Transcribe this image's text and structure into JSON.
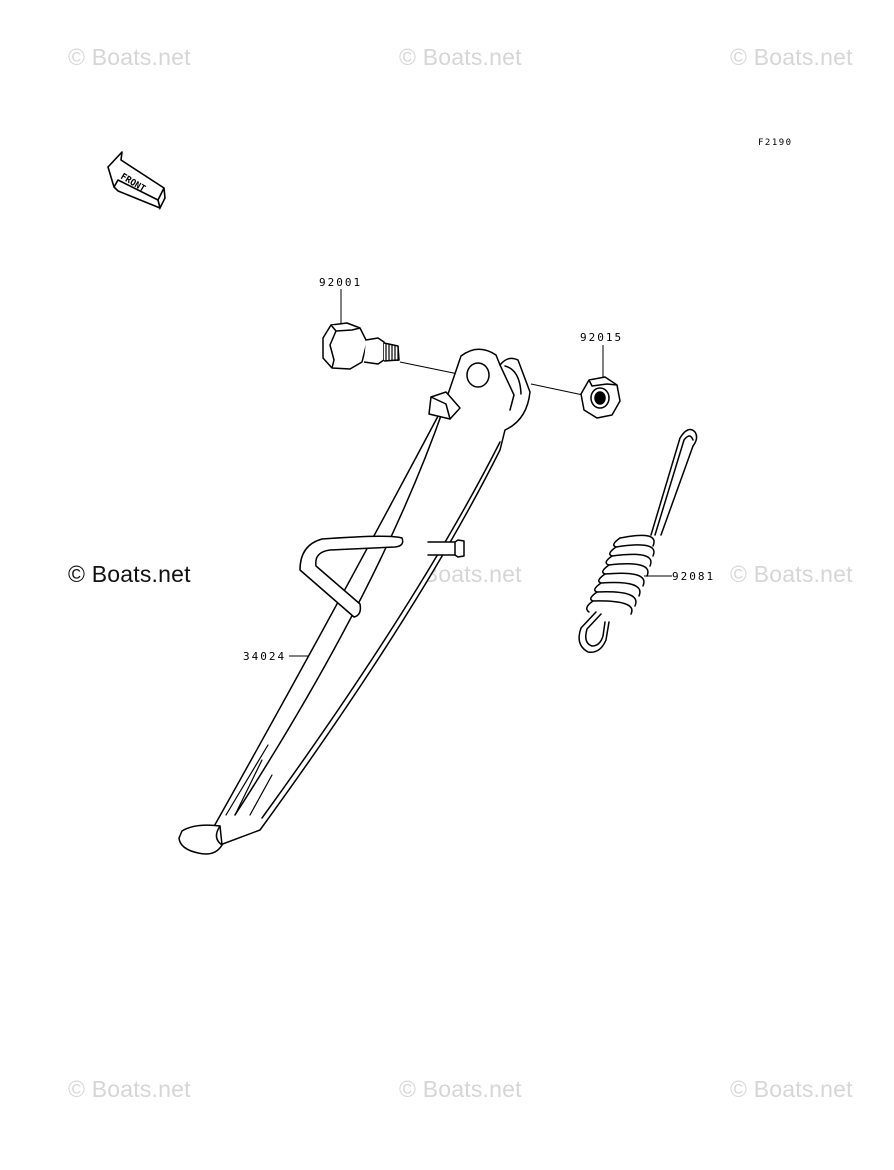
{
  "watermark": {
    "text": "© Boats.net",
    "light_color": "#d6d6d6",
    "dark_color": "#111111"
  },
  "figure_id": "F2190",
  "front_arrow_label": "FRONT",
  "parts": [
    {
      "number": "92001",
      "icon": "bolt-icon"
    },
    {
      "number": "92015",
      "icon": "nut-icon"
    },
    {
      "number": "92081",
      "icon": "spring-icon"
    },
    {
      "number": "34024",
      "icon": "side-stand-icon"
    }
  ]
}
